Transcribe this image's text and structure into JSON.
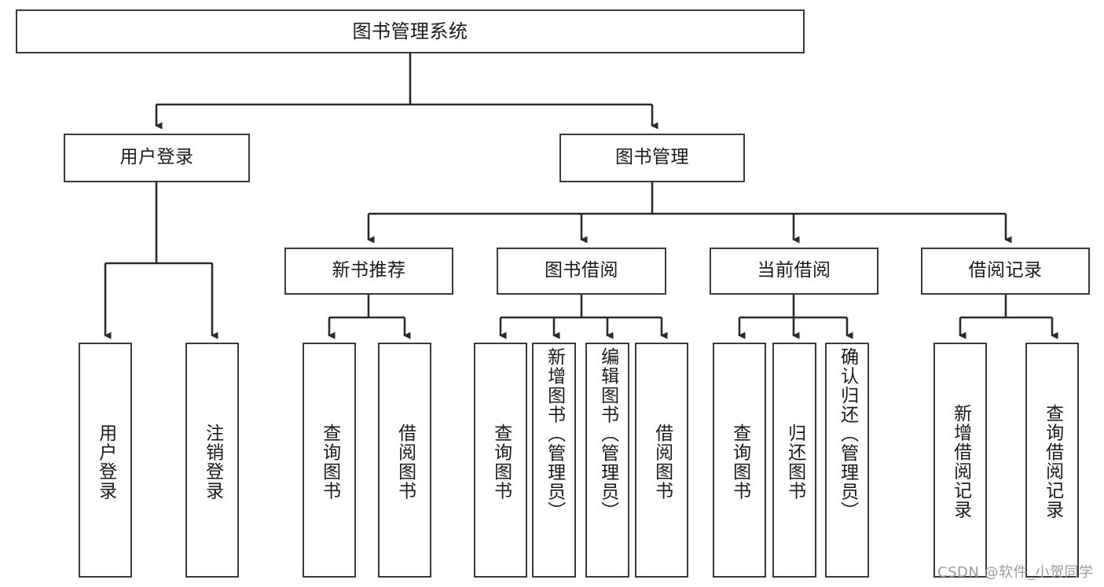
{
  "diagram": {
    "title": "图书管理系统",
    "type": "hierarchy-tree",
    "levels": 4
  },
  "nodes": {
    "root": {
      "label": "图书管理系统"
    },
    "level2": [
      {
        "label": "用户登录"
      },
      {
        "label": "图书管理"
      }
    ],
    "level3": [
      {
        "label": "新书推荐"
      },
      {
        "label": "图书借阅"
      },
      {
        "label": "当前借阅"
      },
      {
        "label": "借阅记录"
      }
    ],
    "leaves_login": [
      {
        "label": "用户登录"
      },
      {
        "label": "注销登录"
      }
    ],
    "leaves_new_books": [
      {
        "label": "查询图书"
      },
      {
        "label": "借阅图书"
      }
    ],
    "leaves_borrow": [
      {
        "label": "查询图书"
      },
      {
        "label": "新增图书（管理员）"
      },
      {
        "label": "编辑图书（管理员）"
      },
      {
        "label": "借阅图书"
      }
    ],
    "leaves_current": [
      {
        "label": "查询图书"
      },
      {
        "label": "归还图书"
      },
      {
        "label": "确认归还（管理员）"
      }
    ],
    "leaves_records": [
      {
        "label": "新增借阅记录"
      },
      {
        "label": "查询借阅记录"
      }
    ]
  },
  "watermark": {
    "text": "CSDN @软件_小贺同学"
  },
  "colors": {
    "border": "#3a3a3a",
    "line": "#2b2b2b",
    "background": "#ffffff",
    "text": "#1a1a1a",
    "watermark": "#9b9b9b"
  }
}
